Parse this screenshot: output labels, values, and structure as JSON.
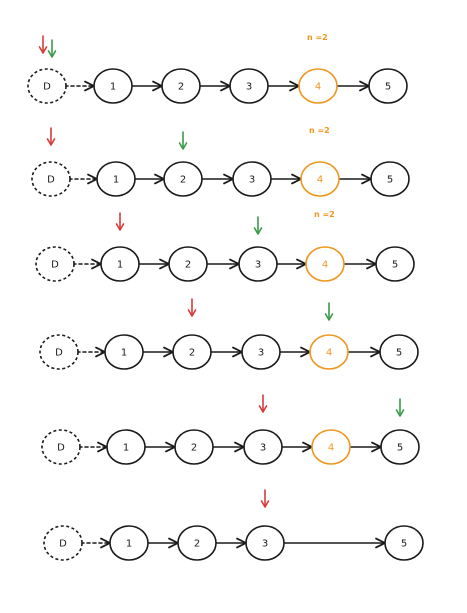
{
  "diagram": {
    "colors": {
      "ink": "#1a1a1a",
      "highlight": "#f0961e",
      "red_pointer": "#d83a3a",
      "green_pointer": "#3a9a48",
      "background": "#ffffff"
    },
    "rows": [
      {
        "nodes": [
          {
            "label": "D",
            "style": "dashed"
          },
          {
            "label": "1",
            "style": "solid"
          },
          {
            "label": "2",
            "style": "solid"
          },
          {
            "label": "3",
            "style": "solid"
          },
          {
            "label": "4",
            "style": "highlight"
          },
          {
            "label": "5",
            "style": "solid"
          }
        ],
        "red_pointer_on": "D",
        "green_pointer_on": "D",
        "note": "n =2",
        "skip_from": null
      },
      {
        "nodes": [
          {
            "label": "D",
            "style": "dashed"
          },
          {
            "label": "1",
            "style": "solid"
          },
          {
            "label": "2",
            "style": "solid"
          },
          {
            "label": "3",
            "style": "solid"
          },
          {
            "label": "4",
            "style": "highlight"
          },
          {
            "label": "5",
            "style": "solid"
          }
        ],
        "red_pointer_on": "D",
        "green_pointer_on": "2",
        "note": "n =2",
        "skip_from": null
      },
      {
        "nodes": [
          {
            "label": "D",
            "style": "dashed"
          },
          {
            "label": "1",
            "style": "solid"
          },
          {
            "label": "2",
            "style": "solid"
          },
          {
            "label": "3",
            "style": "solid"
          },
          {
            "label": "4",
            "style": "highlight"
          },
          {
            "label": "5",
            "style": "solid"
          }
        ],
        "red_pointer_on": "1",
        "green_pointer_on": "3",
        "note": "n =2",
        "skip_from": null
      },
      {
        "nodes": [
          {
            "label": "D",
            "style": "dashed"
          },
          {
            "label": "1",
            "style": "solid"
          },
          {
            "label": "2",
            "style": "solid"
          },
          {
            "label": "3",
            "style": "solid"
          },
          {
            "label": "4",
            "style": "highlight"
          },
          {
            "label": "5",
            "style": "solid"
          }
        ],
        "red_pointer_on": "2",
        "green_pointer_on": "4",
        "note": "",
        "skip_from": null
      },
      {
        "nodes": [
          {
            "label": "D",
            "style": "dashed"
          },
          {
            "label": "1",
            "style": "solid"
          },
          {
            "label": "2",
            "style": "solid"
          },
          {
            "label": "3",
            "style": "solid"
          },
          {
            "label": "4",
            "style": "highlight"
          },
          {
            "label": "5",
            "style": "solid"
          }
        ],
        "red_pointer_on": "3",
        "green_pointer_on": "5",
        "note": "",
        "skip_from": null
      },
      {
        "nodes": [
          {
            "label": "D",
            "style": "dashed"
          },
          {
            "label": "1",
            "style": "solid"
          },
          {
            "label": "2",
            "style": "solid"
          },
          {
            "label": "3",
            "style": "solid"
          },
          {
            "label": "5",
            "style": "solid"
          }
        ],
        "red_pointer_on": "3",
        "green_pointer_on": null,
        "note": "",
        "skip_from": "3"
      }
    ]
  }
}
